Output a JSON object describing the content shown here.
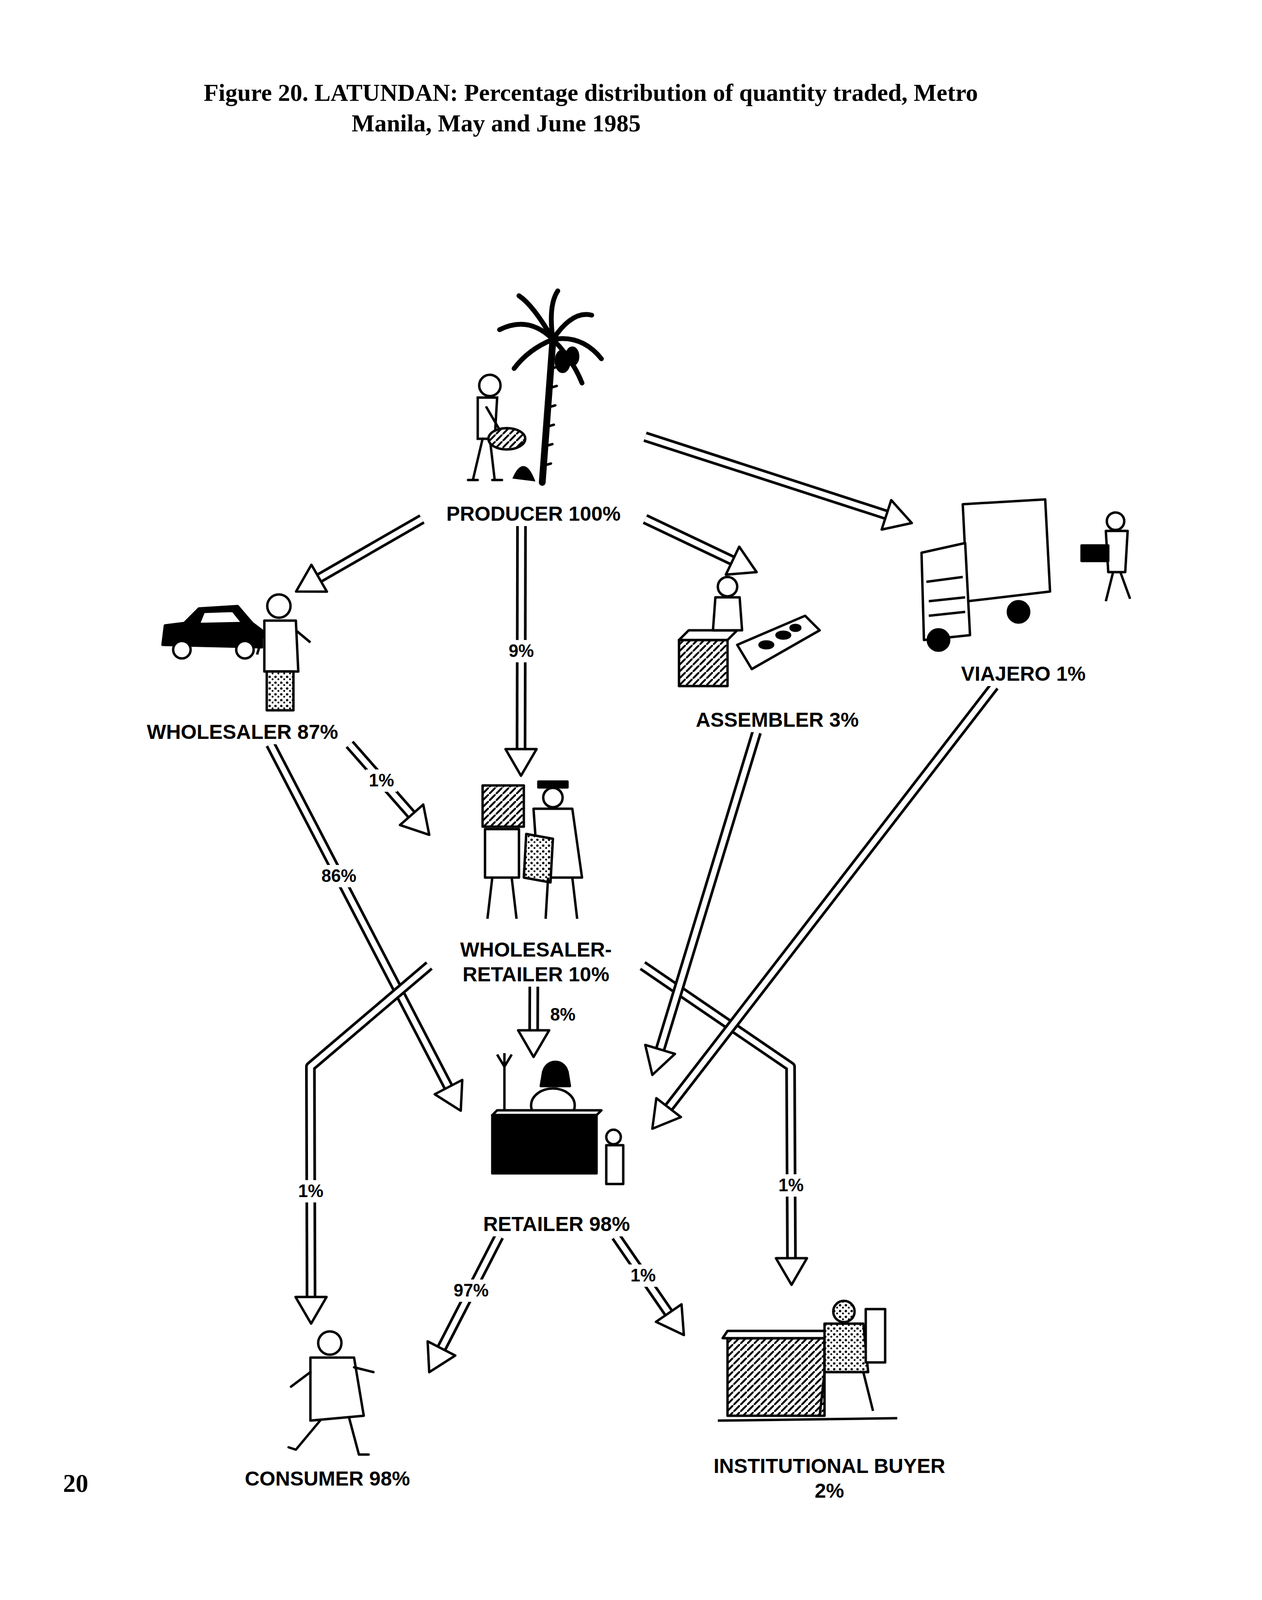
{
  "diagram": {
    "title": "Figure 20. LATUNDAN: Percentage distribution of quantity traded, Metro Manila, May and June 1985",
    "nodes": [
      {
        "text": [
          "PRODUCER 100%"
        ]
      },
      {
        "text": [
          "WHOLESALER 87%"
        ]
      },
      {
        "text": [
          "ASSEMBLER 3%"
        ]
      },
      {
        "text": [
          "VIAJERO 1%"
        ]
      },
      {
        "text": [
          "WHOLESALER- RETAILER 10%"
        ]
      },
      {
        "text": [
          "RETAILER 98%"
        ]
      },
      {
        "text": [
          "CONSUMER 98%"
        ]
      },
      {
        "text": [
          "INSTITUTIONAL BUYER 2%"
        ]
      }
    ],
    "edges": [
      {
        "from": 0,
        "to": 1,
        "arrow": "to"
      },
      {
        "from": 0,
        "to": 4,
        "label": "9%",
        "arrow": "to"
      },
      {
        "from": 0,
        "to": 2,
        "arrow": "to"
      },
      {
        "from": 0,
        "to": 3,
        "arrow": "to"
      },
      {
        "from": 1,
        "to": 4,
        "label": "1%",
        "arrow": "to"
      },
      {
        "from": 1,
        "to": 5,
        "label": "86%",
        "arrow": "to"
      },
      {
        "from": 4,
        "to": 6,
        "label": "1%",
        "arrow": "to"
      },
      {
        "from": 4,
        "to": 5,
        "label": "8%",
        "arrow": "to"
      },
      {
        "from": 4,
        "to": 7,
        "label": "1%",
        "arrow": "to"
      },
      {
        "from": 2,
        "to": 5,
        "arrow": "to"
      },
      {
        "from": 3,
        "to": 5,
        "arrow": "to"
      },
      {
        "from": 5,
        "to": 6,
        "label": "97%",
        "arrow": "to"
      },
      {
        "from": 5,
        "to": 7,
        "label": "1%",
        "arrow": "to"
      }
    ],
    "labels": [
      "20"
    ]
  }
}
